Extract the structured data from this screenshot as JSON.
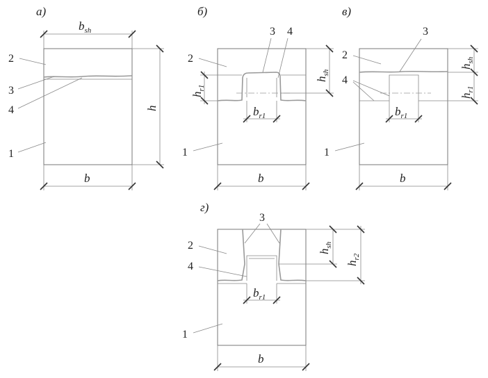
{
  "panels": {
    "a": {
      "letter": "а)",
      "b": "b",
      "b_sh": "b",
      "b_sh_sub": "sh",
      "h": "h",
      "n1": "1",
      "n2": "2",
      "n3": "3",
      "n4": "4"
    },
    "b": {
      "letter": "б)",
      "b": "b",
      "h_sh": "h",
      "h_sh_sub": "sh",
      "h_r1": "h",
      "h_r1_sub": "r1",
      "b_r1": "b",
      "b_r1_sub": "r1",
      "n1": "1",
      "n2": "2",
      "n3": "3",
      "n4": "4"
    },
    "c": {
      "letter": "в)",
      "b": "b",
      "h_sh": "h",
      "h_sh_sub": "sh",
      "h_r1": "h",
      "h_r1_sub": "r1",
      "b_r1": "b",
      "b_r1_sub": "r1",
      "n1": "1",
      "n2": "2",
      "n3": "3",
      "n4": "4"
    },
    "d": {
      "letter": "г)",
      "b": "b",
      "h_sh": "h",
      "h_sh_sub": "sh",
      "h_r2": "h",
      "h_r2_sub": "r2",
      "b_r1": "b",
      "b_r1_sub": "r1",
      "n1": "1",
      "n2": "2",
      "n3": "3",
      "n4": "4"
    }
  }
}
